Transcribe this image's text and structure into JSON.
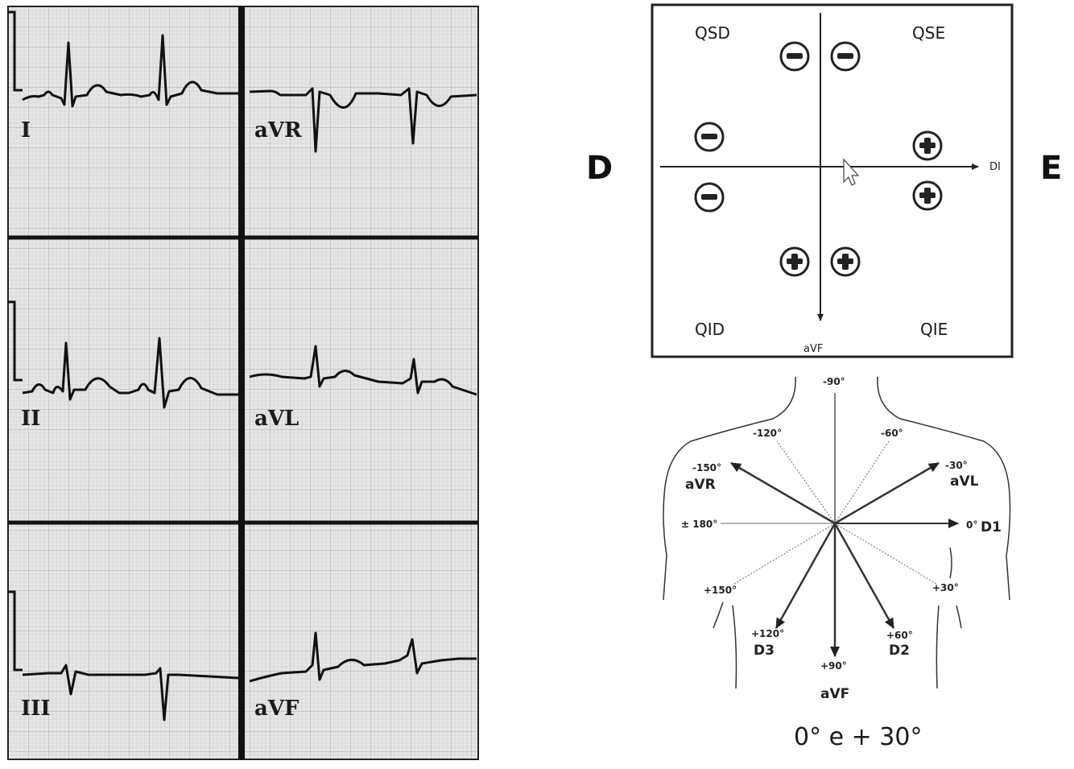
{
  "ecg": {
    "leads": [
      "I",
      "aVR",
      "II",
      "aVL",
      "III",
      "aVF"
    ]
  },
  "quadrant_diagram": {
    "quadrants": {
      "top_left": "QSD",
      "top_right": "QSE",
      "bottom_left": "QID",
      "bottom_right": "QIE"
    },
    "side_left": "D",
    "side_right": "E",
    "horizontal_axis": "DI",
    "vertical_axis": "aVF",
    "signs": {
      "negative_icon": "minus-circle-icon",
      "positive_icon": "plus-circle-icon"
    }
  },
  "hexaxial": {
    "angles": {
      "m90": "-90°",
      "m120": "-120°",
      "m60": "-60°",
      "m150": "-150°",
      "m30": "-30°",
      "p180": "± 180°",
      "zero": "0°",
      "p150": "+150°",
      "p30": "+30°",
      "p120": "+120°",
      "p60": "+60°",
      "p90": "+90°"
    },
    "leads": {
      "avr": "aVR",
      "avl": "aVL",
      "d1": "D1",
      "d2": "D2",
      "d3": "D3",
      "avf": "aVF"
    }
  },
  "caption": "0° e + 30°"
}
